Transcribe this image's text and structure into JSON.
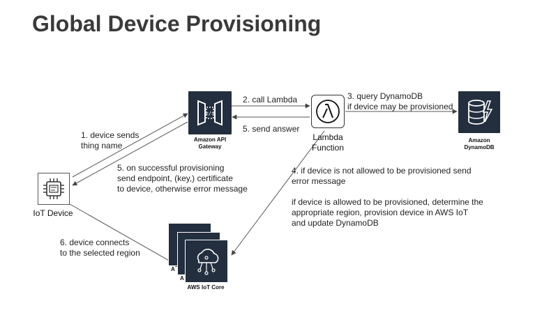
{
  "title": "Global Device Provisioning",
  "nodes": {
    "api_gateway": {
      "label": "Amazon API\nGateway",
      "icon": "api-gateway-icon"
    },
    "lambda": {
      "label": "Lambda\nFunction",
      "icon": "lambda-icon"
    },
    "dynamodb": {
      "label": "Amazon\nDynamoDB",
      "icon": "dynamodb-icon"
    },
    "iot_device": {
      "label": "IoT Device",
      "icon": "iot-device-icon"
    },
    "iot_core": {
      "label": "AWS IoT Core",
      "icon": "iot-core-icon",
      "stack_fragment_1": "A",
      "stack_fragment_2": "A"
    }
  },
  "edges": {
    "step1": "1. device sends\nthing name",
    "step2": "2. call Lambda",
    "step3": "3. query DynamoDB\nif device may be provisioned",
    "step4": "4. if device is not allowed to be provisioned send\nerror message\n\nif device is allowed to be provisioned, determine the\nappropriate region, provision device in AWS IoT\nand update DynamoDB",
    "step5_answer": "5. send answer",
    "step5_provision": "5. on successful provisioning\nsend endpoint, (key,) certificate\nto device, otherwise error message",
    "step6": "6. device connects\nto the selected region"
  },
  "colors": {
    "service_tile": "#232f3e",
    "arrow": "#444444",
    "title": "#3a3a3a"
  }
}
